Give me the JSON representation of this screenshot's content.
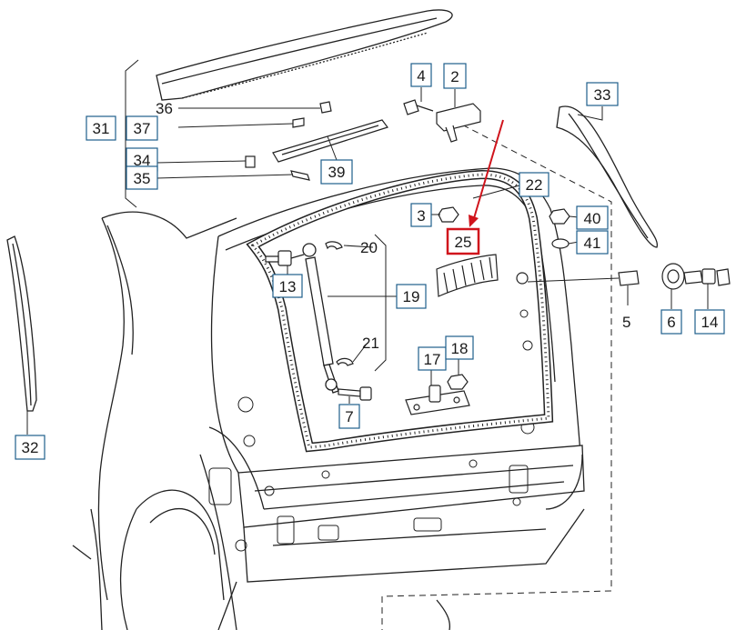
{
  "diagram": {
    "boxed_callouts": [
      {
        "id": "c4",
        "label": "4"
      },
      {
        "id": "c2",
        "label": "2"
      },
      {
        "id": "c33",
        "label": "33"
      },
      {
        "id": "c31",
        "label": "31"
      },
      {
        "id": "c37",
        "label": "37"
      },
      {
        "id": "c34",
        "label": "34"
      },
      {
        "id": "c35",
        "label": "35"
      },
      {
        "id": "c39",
        "label": "39"
      },
      {
        "id": "c22",
        "label": "22"
      },
      {
        "id": "c3",
        "label": "3"
      },
      {
        "id": "c40",
        "label": "40"
      },
      {
        "id": "c41",
        "label": "41"
      },
      {
        "id": "c25",
        "label": "25"
      },
      {
        "id": "c13",
        "label": "13"
      },
      {
        "id": "c19",
        "label": "19"
      },
      {
        "id": "c17",
        "label": "17"
      },
      {
        "id": "c18",
        "label": "18"
      },
      {
        "id": "c7",
        "label": "7"
      },
      {
        "id": "c6",
        "label": "6"
      },
      {
        "id": "c14",
        "label": "14"
      },
      {
        "id": "c32",
        "label": "32"
      }
    ],
    "plain_labels": [
      {
        "id": "p36",
        "label": "36"
      },
      {
        "id": "p20",
        "label": "20"
      },
      {
        "id": "p21",
        "label": "21"
      },
      {
        "id": "p5",
        "label": "5"
      }
    ],
    "highlight": {
      "target": "25",
      "color": "#d0141c"
    },
    "callout_box_color": "#1f5f8b",
    "line_color": "#1a1a1a"
  }
}
